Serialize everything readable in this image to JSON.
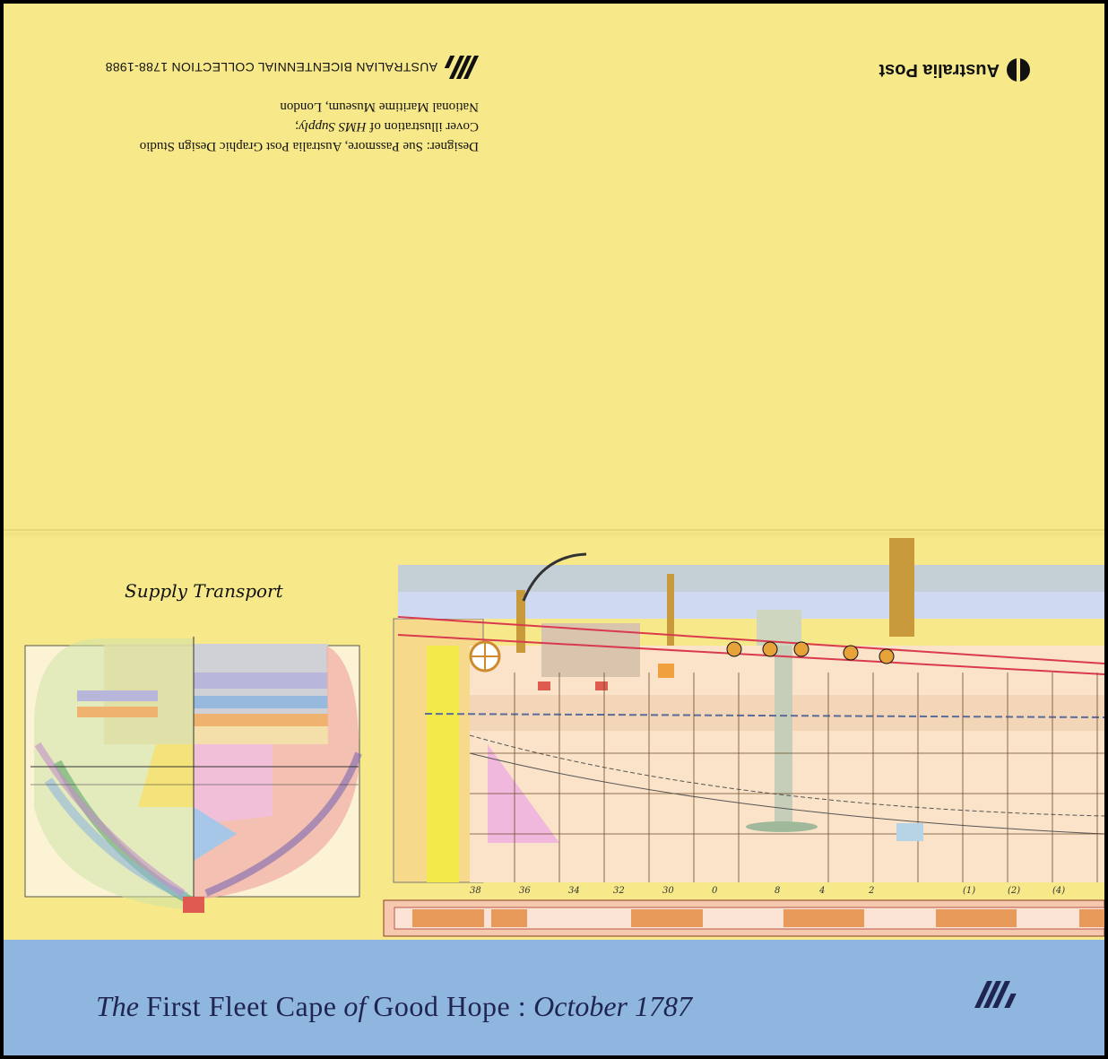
{
  "header_flap": {
    "brand": "Australia Post",
    "collection": "AUSTRALIAN BICENTENNIAL COLLECTION 1788-1988",
    "credits": {
      "designer": "Designer: Sue Passmore, Australia Post Graphic Design Studio",
      "cover_prefix": "Cover illustration of ",
      "cover_ship": "HMS Supply",
      "cover_suffix": ";",
      "museum": "National Maritime Museum, London"
    }
  },
  "illustration": {
    "script_label": "Supply Transport",
    "scale_numbers": [
      "38",
      "36",
      "34",
      "32",
      "30",
      "0",
      "8",
      "4",
      "2",
      "(1)",
      "(2)",
      "(4)"
    ]
  },
  "footer": {
    "title_the": "The",
    "title_main": "First Fleet Cape",
    "title_of": "of",
    "title_place": "Good Hope :",
    "title_date": "October 1787"
  },
  "colors": {
    "paper": "#f7e98a",
    "band": "#8fb6df",
    "navy": "#1f2550"
  }
}
